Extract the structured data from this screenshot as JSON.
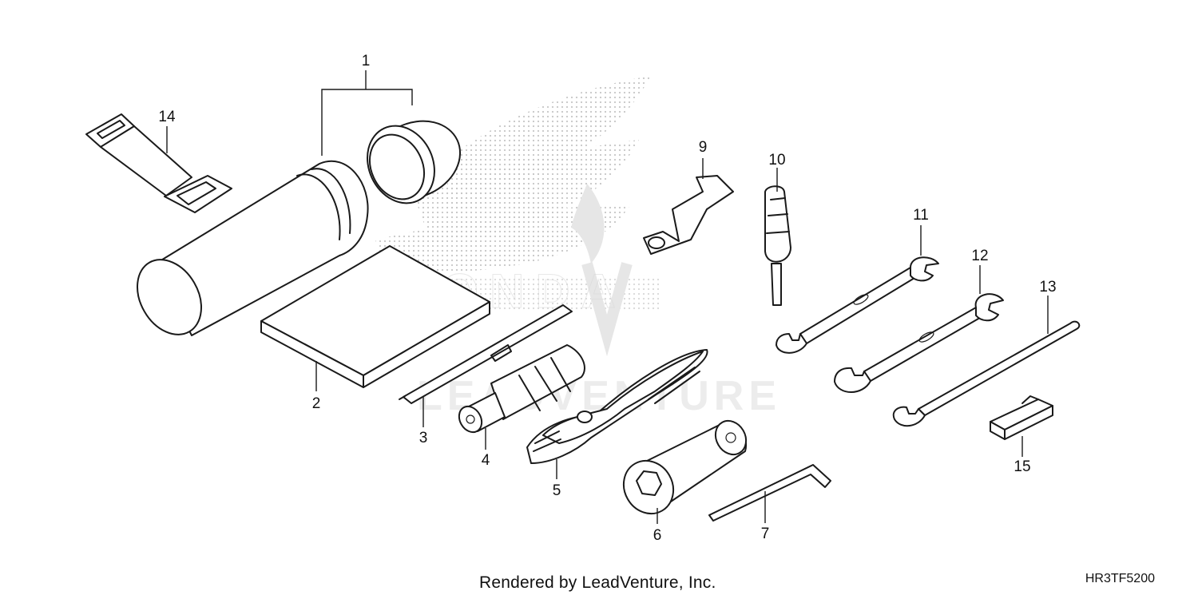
{
  "callouts": [
    "1",
    "2",
    "3",
    "4",
    "5",
    "6",
    "7",
    "9",
    "10",
    "11",
    "12",
    "13",
    "14",
    "15"
  ],
  "watermark": {
    "brand_text": "HONDA",
    "company_text": "LEADVENTURE"
  },
  "footer": {
    "credit": "Rendered by LeadVenture, Inc.",
    "diagram_code": "HR3TF5200"
  },
  "colors": {
    "line": "#1a1a1a",
    "watermark": "#c8c8c8"
  }
}
